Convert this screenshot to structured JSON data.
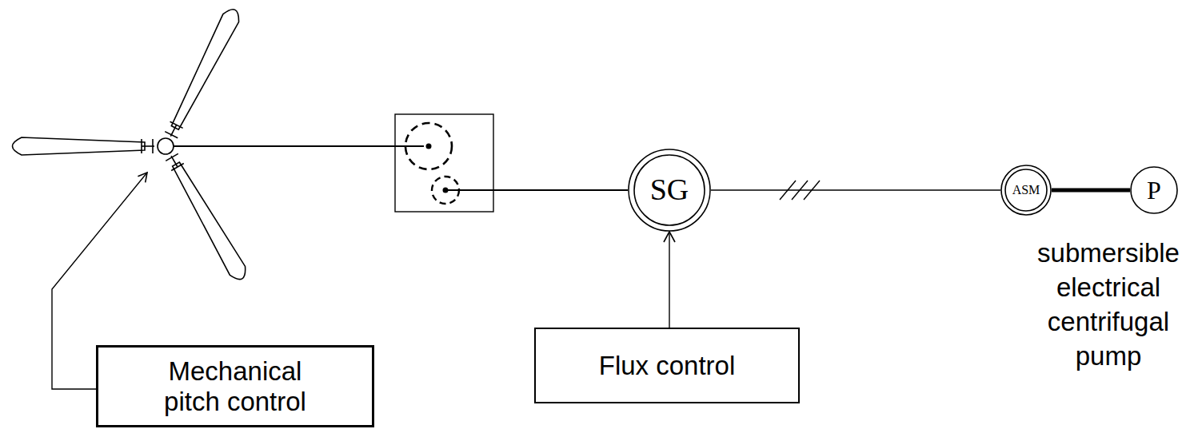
{
  "diagram": {
    "nodes": [
      {
        "text": [
          "SG"
        ]
      },
      {
        "text": [
          "ASM"
        ]
      },
      {
        "text": [
          "P"
        ]
      },
      {
        "text": [
          "Mechanical pitch control"
        ]
      },
      {
        "text": [
          "Flux control"
        ]
      }
    ],
    "edges": [
      {
        "from": 4,
        "to": 0,
        "arrow": "to"
      },
      {
        "from": 0,
        "to": 1,
        "arrow": "none"
      },
      {
        "from": 1,
        "to": 2,
        "arrow": "none"
      }
    ],
    "labels": [
      "submersible electrical centrifugal pump"
    ]
  }
}
